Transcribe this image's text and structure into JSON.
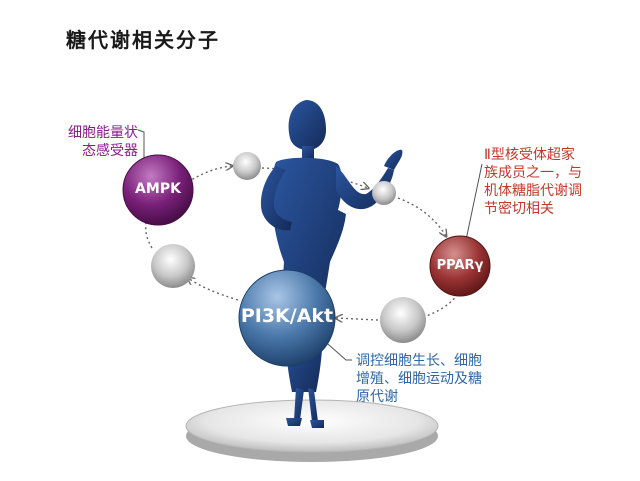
{
  "title": "糖代谢相关分子",
  "nodes": {
    "ampk": "AMPK",
    "ppar": "PPARγ",
    "pi3k": "PI3K/Akt"
  },
  "notes": {
    "ampk": [
      "细胞能量状",
      "态感受器"
    ],
    "ppar": [
      "Ⅱ型核受体超家",
      "族成员之一，与",
      "机体糖脂代谢调",
      "节密切相关"
    ],
    "pi3k": [
      "调控细胞生长、细胞",
      "增殖、细胞运动及糖",
      "原代谢"
    ]
  },
  "colors": {
    "ampk": "#6b1a6b",
    "ppar": "#8e2a2a",
    "pi3k": "#3a6798",
    "silhouette": "#1f3f7a",
    "note_purple": "#8a1c8a",
    "note_red": "#c0392b",
    "note_blue": "#2e67a8"
  }
}
